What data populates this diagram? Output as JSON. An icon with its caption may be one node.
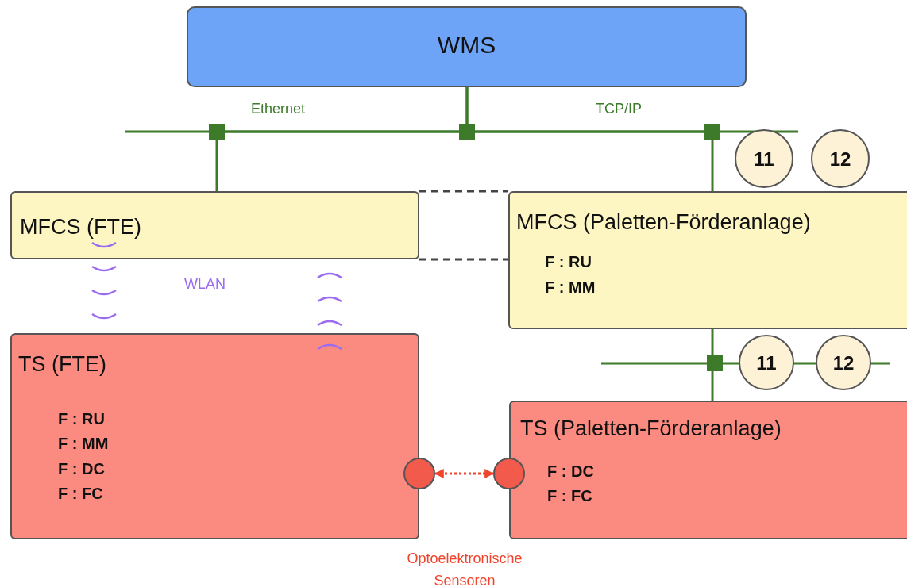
{
  "diagram": {
    "nodes": [
      {
        "text": [
          "WMS"
        ]
      },
      {
        "text": [
          "MFCS (FTE)"
        ]
      },
      {
        "text": [
          "MFCS (Paletten-Förderanlage)",
          "F : RU",
          "F : MM"
        ]
      },
      {
        "text": [
          "TS (FTE)",
          "F : RU",
          "F : MM",
          "F : DC",
          "F : FC"
        ]
      },
      {
        "text": [
          "TS (Paletten-Förderanlage)",
          "F : DC",
          "F : FC"
        ]
      },
      {
        "text": [],
        "shape": "circle"
      },
      {
        "text": [],
        "shape": "circle"
      },
      {
        "text": [
          "11"
        ]
      },
      {
        "text": [
          "12"
        ]
      },
      {
        "text": [
          "11"
        ]
      },
      {
        "text": [
          "12"
        ]
      }
    ],
    "edges": [
      {
        "from": 0,
        "to": 1,
        "arrow": "none"
      },
      {
        "from": 0,
        "to": 2,
        "arrow": "none"
      },
      {
        "from": 1,
        "to": 2,
        "arrow": "none",
        "style": "dashed"
      },
      {
        "from": 2,
        "to": 4,
        "arrow": "none"
      },
      {
        "from": 5,
        "to": 6,
        "arrow": "both",
        "style": "dashed",
        "color": "#f0442c"
      }
    ],
    "labels": [
      "Ethernet",
      "TCP/IP",
      "WLAN",
      "Optoelektronische Sensoren"
    ]
  }
}
